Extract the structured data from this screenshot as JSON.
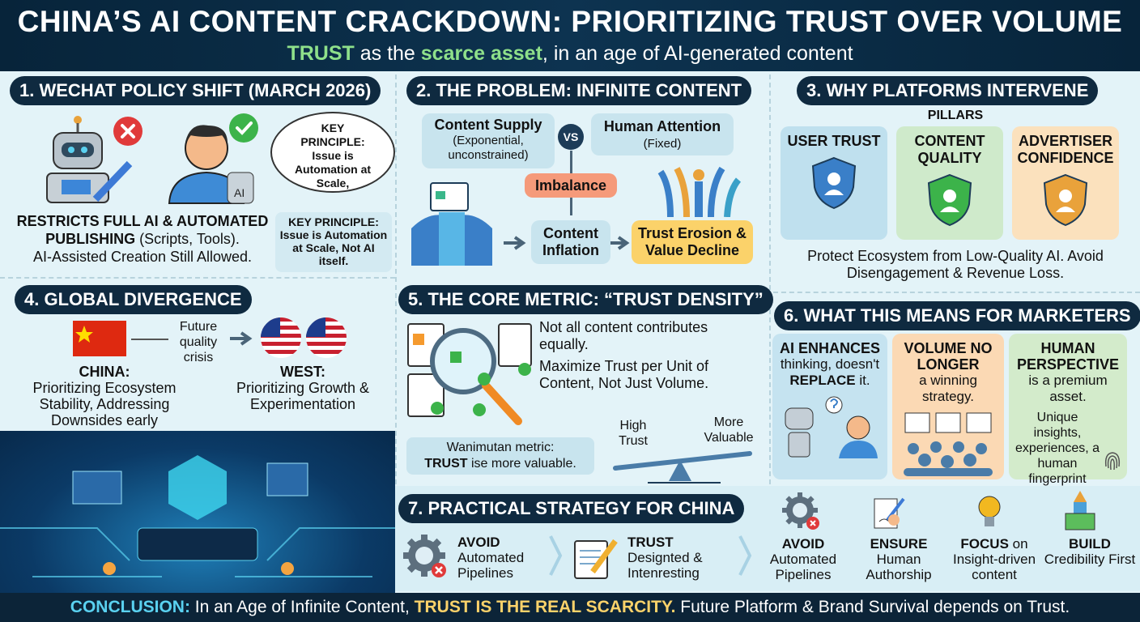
{
  "header": {
    "title": "CHINA’S AI CONTENT CRACKDOWN: PRIORITIZING TRUST OVER VOLUME",
    "subtitle_trust": "TRUST",
    "subtitle_a": " as the ",
    "subtitle_scarce": "scarce asset",
    "subtitle_b": ", in an age of AI-generated content"
  },
  "s1": {
    "title": "1. WECHAT POLICY SHIFT (MARCH 2026)",
    "ai_badge": "AI",
    "bubble": "KEY PRINCIPLE: Issue is Automation at Scale,",
    "restricts_bold": "RESTRICTS FULL AI & AUTOMATED PUBLISHING",
    "restricts_rest": " (Scripts, Tools).",
    "allowed": "AI-Assisted Creation Still Allowed.",
    "key_title": "KEY PRINCIPLE:",
    "key_text": "Issue is Automation at Scale, Not AI itself."
  },
  "s2": {
    "title": "2. THE PROBLEM: INFINITE CONTENT",
    "supply_title": "Content Supply",
    "supply_sub": "(Exponential, unconstrained)",
    "vs": "VS",
    "attention_title": "Human Attention",
    "attention_sub": "(Fixed)",
    "imbalance": "Imbalance",
    "inflation": "Content Inflation",
    "erosion": "Trust Erosion & Value Decline"
  },
  "s3": {
    "title": "3. WHY PLATFORMS INTERVENE",
    "pillars_label": "PILLARS",
    "pillars": [
      {
        "label": "USER TRUST",
        "color": "#bfe0ee"
      },
      {
        "label": "CONTENT QUALITY",
        "color": "#cfeacb"
      },
      {
        "label": "ADVERTISER CONFIDENCE",
        "color": "#fbe1bd"
      }
    ],
    "footer": "Protect Ecosystem from Low-Quality AI. Avoid Disengagement & Revenue Loss."
  },
  "s4": {
    "title": "4. GLOBAL DIVERGENCE",
    "arrow_label": "Future quality crisis",
    "china_title": "CHINA:",
    "china_text": "Prioritizing Ecosystem Stability, Addressing Downsides early",
    "west_title": "WEST:",
    "west_text": "Prioritizing Growth & Experimentation"
  },
  "s5": {
    "title": "5. THE CORE METRIC: “TRUST DENSITY”",
    "text1": "Not all content contributes equally.",
    "text2": "Maximize Trust per Unit of Content, Not Just Volume.",
    "callout_a": "Wanimutan metric:",
    "callout_bold": "TRUST",
    "callout_b": " ise more valuable.",
    "high_trust": "High Trust",
    "more_valuable": "More Valuable"
  },
  "s6": {
    "title": "6. WHAT THIS MEANS FOR MARKETERS",
    "cards": [
      {
        "bold": "AI ENHANCES",
        "text": "thinking, doesn't",
        "bold2": "REPLACE",
        "text2": " it.",
        "color": "#c5e3f0"
      },
      {
        "bold": "VOLUME NO LONGER",
        "text": "a winning strategy.",
        "color": "#fbd9b4"
      },
      {
        "bold": "HUMAN PERSPECTIVE",
        "text": "is a premium asset.",
        "extra": "Unique insights, experiences, a human fingerprint",
        "color": "#d3ebcb"
      }
    ]
  },
  "s7": {
    "title": "7. PRACTICAL STRATEGY FOR CHINA",
    "steps": [
      {
        "bold": "AVOID",
        "text": "Automated Pipelines"
      },
      {
        "bold": "TRUST",
        "text": "Designted & Intenresting"
      }
    ],
    "items": [
      {
        "bold": "AVOID",
        "text": "Automated Pipelines"
      },
      {
        "bold": "ENSURE",
        "text": "Human Authorship"
      },
      {
        "bold": "FOCUS",
        "bold_suffix": " on",
        "text": "Insight-driven content"
      },
      {
        "bold": "BUILD",
        "text": "Credibility First"
      }
    ]
  },
  "conclusion": {
    "label": "CONCLUSION:",
    "a": " In an Age of Infinite Content, ",
    "highlight": "TRUST IS THE REAL SCARCITY.",
    "b": " Future Platform & Brand Survival depends on Trust."
  }
}
